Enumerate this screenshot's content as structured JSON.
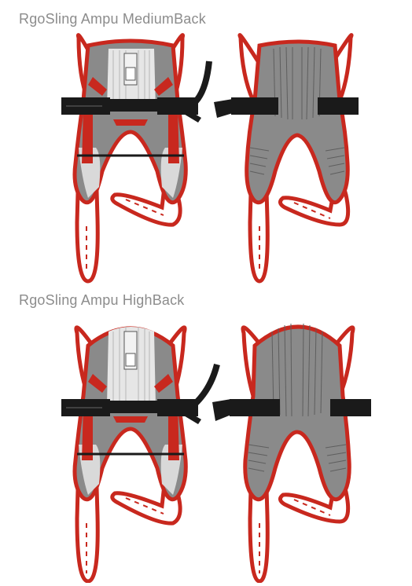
{
  "products": [
    {
      "title": "RgoSling Ampu MediumBack",
      "front_view": "sling-front-illustration",
      "back_view": "sling-back-illustration"
    },
    {
      "title": "RgoSling Ampu HighBack",
      "front_view": "sling-front-illustration",
      "back_view": "sling-back-illustration"
    }
  ],
  "colors": {
    "accent_red": "#c8281e",
    "dark_red": "#9e1b14",
    "body_gray": "#8a8a8a",
    "light_gray": "#d9d9d9",
    "strap_black": "#1a1a1a",
    "heading_gray": "#8c8c8c"
  }
}
